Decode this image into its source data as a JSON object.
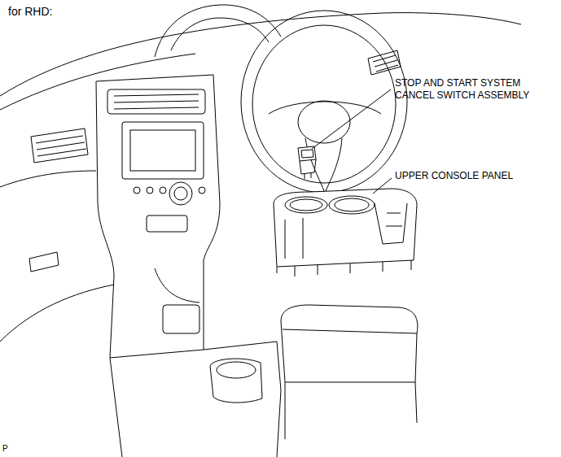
{
  "diagram": {
    "title": "for RHD:",
    "labels": [
      "STOP AND START SYSTEM CANCEL SWITCH ASSEMBLY",
      "UPPER CONSOLE PANEL",
      "P"
    ]
  }
}
